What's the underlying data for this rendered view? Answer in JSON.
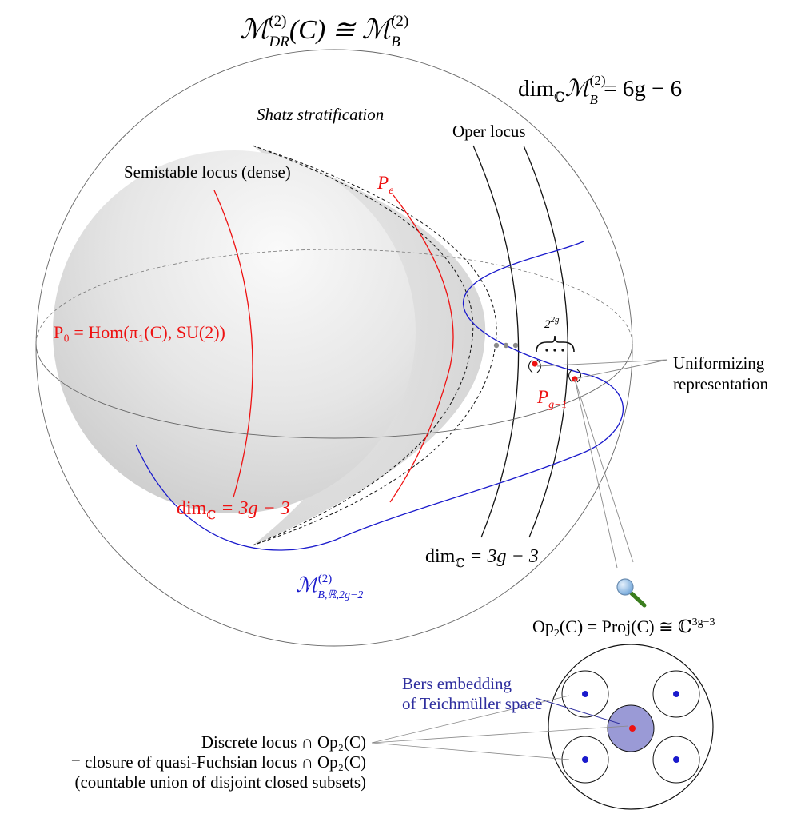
{
  "title": {
    "main_a": "ℳ",
    "sup_a": "(2)",
    "sub_a": "DR",
    "arg": "(C) ≅ ℳ",
    "sup_b": "(2)",
    "sub_b": "B"
  },
  "dim_total": {
    "pre": "dim",
    "sub": "ℂ",
    "m": "ℳ",
    "sup": "(2)",
    "msub": "B",
    "rhs": " = 6g − 6"
  },
  "shatz_label": "Shatz stratification",
  "oper_label": "Oper locus",
  "semistable_label": "Semistable locus (dense)",
  "p0_label": "P₀ = Hom(π₁(C), SU(2))",
  "pe": {
    "main": "P",
    "sub": "e"
  },
  "pg1": {
    "main": "P",
    "sub": "g−1"
  },
  "dim_inner": {
    "pre": "dim",
    "sub": "ℂ",
    "rhs": " = 3g − 3"
  },
  "dim_oper": {
    "pre": "dim",
    "sub": "ℂ",
    "rhs": " = 3g − 3"
  },
  "brace_count": {
    "base": "2",
    "sup": "2g"
  },
  "uniformizing": [
    "Uniformizing",
    "representation"
  ],
  "real_locus": {
    "main": "ℳ",
    "sup": "(2)",
    "sub": "B,ℝ,2g−2"
  },
  "op2": {
    "pre": "Op",
    "sub": "2",
    "mid": "(C) = Proj(C) ≅ ℂ",
    "sup": "3g−3"
  },
  "bers": [
    "Bers embedding",
    "of Teichmüller space"
  ],
  "discrete": [
    "Discrete locus ∩ Op₂(C)",
    "= closure of quasi-Fuchsian locus ∩ Op₂(C)",
    "(countable union of disjoint closed subsets)"
  ],
  "colors": {
    "red": "#ee1111",
    "blue": "#1a1acc",
    "bers_blue": "#2e2e9e",
    "bers_fill": "#9a9ad6",
    "gray": "#808080",
    "lens_green": "#3a7d1e",
    "lens_blue": "#7fb2e0"
  }
}
